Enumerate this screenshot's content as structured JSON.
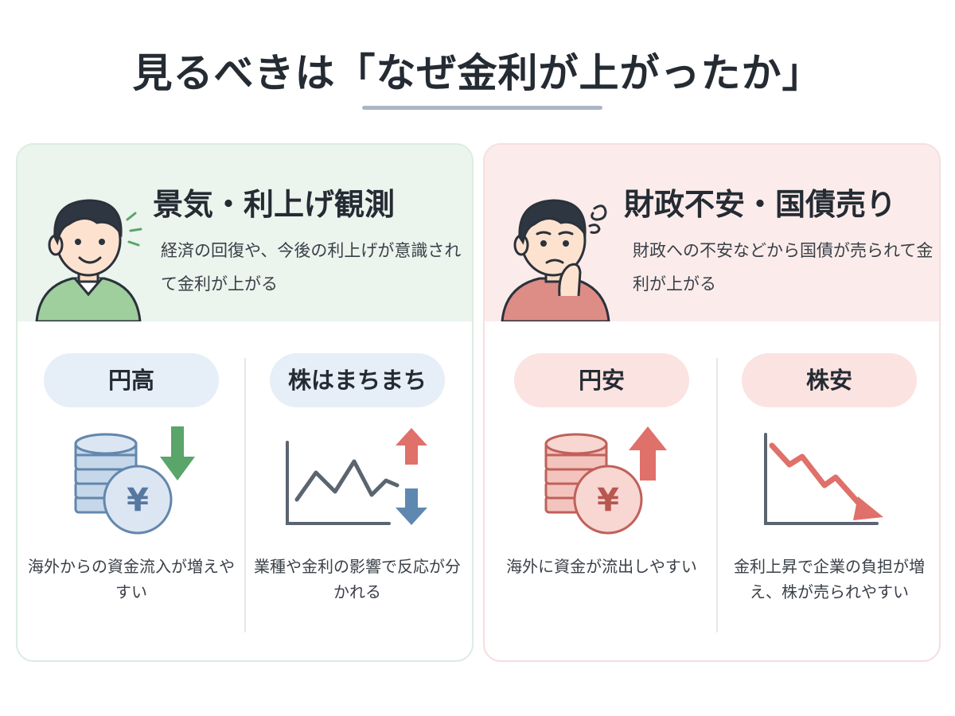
{
  "title": "見るべきは「なぜ金利が上がったか」",
  "panels": [
    {
      "title": "景気・利上げ観測",
      "description": "経済の回復や、今後の利上げが意識されて金利が上がる",
      "columns": [
        {
          "label": "円高",
          "text": "海外からの資金流入が増えやすい",
          "icon": "yen-coins-down-arrow-icon"
        },
        {
          "label": "株はまちまち",
          "text": "業種や金利の影響で反応が分かれる",
          "icon": "mixed-line-chart-icon"
        }
      ]
    },
    {
      "title": "財政不安・国債売り",
      "description": "財政への不安などから国債が売られて金利が上がる",
      "columns": [
        {
          "label": "円安",
          "text": "海外に資金が流出しやすい",
          "icon": "yen-coins-up-arrow-icon"
        },
        {
          "label": "株安",
          "text": "金利上昇で企業の負担が増え、株が売られやすい",
          "icon": "falling-chart-icon"
        }
      ]
    }
  ],
  "colors": {
    "green_bg": "#ebf4ed",
    "red_bg": "#fbeceb",
    "blue_pill": "#e6eef7",
    "pink_pill": "#fbe3e1",
    "up_arrow": "#e0706a",
    "down_arrow_green": "#5aa56a",
    "down_arrow_blue": "#5f88b0"
  }
}
